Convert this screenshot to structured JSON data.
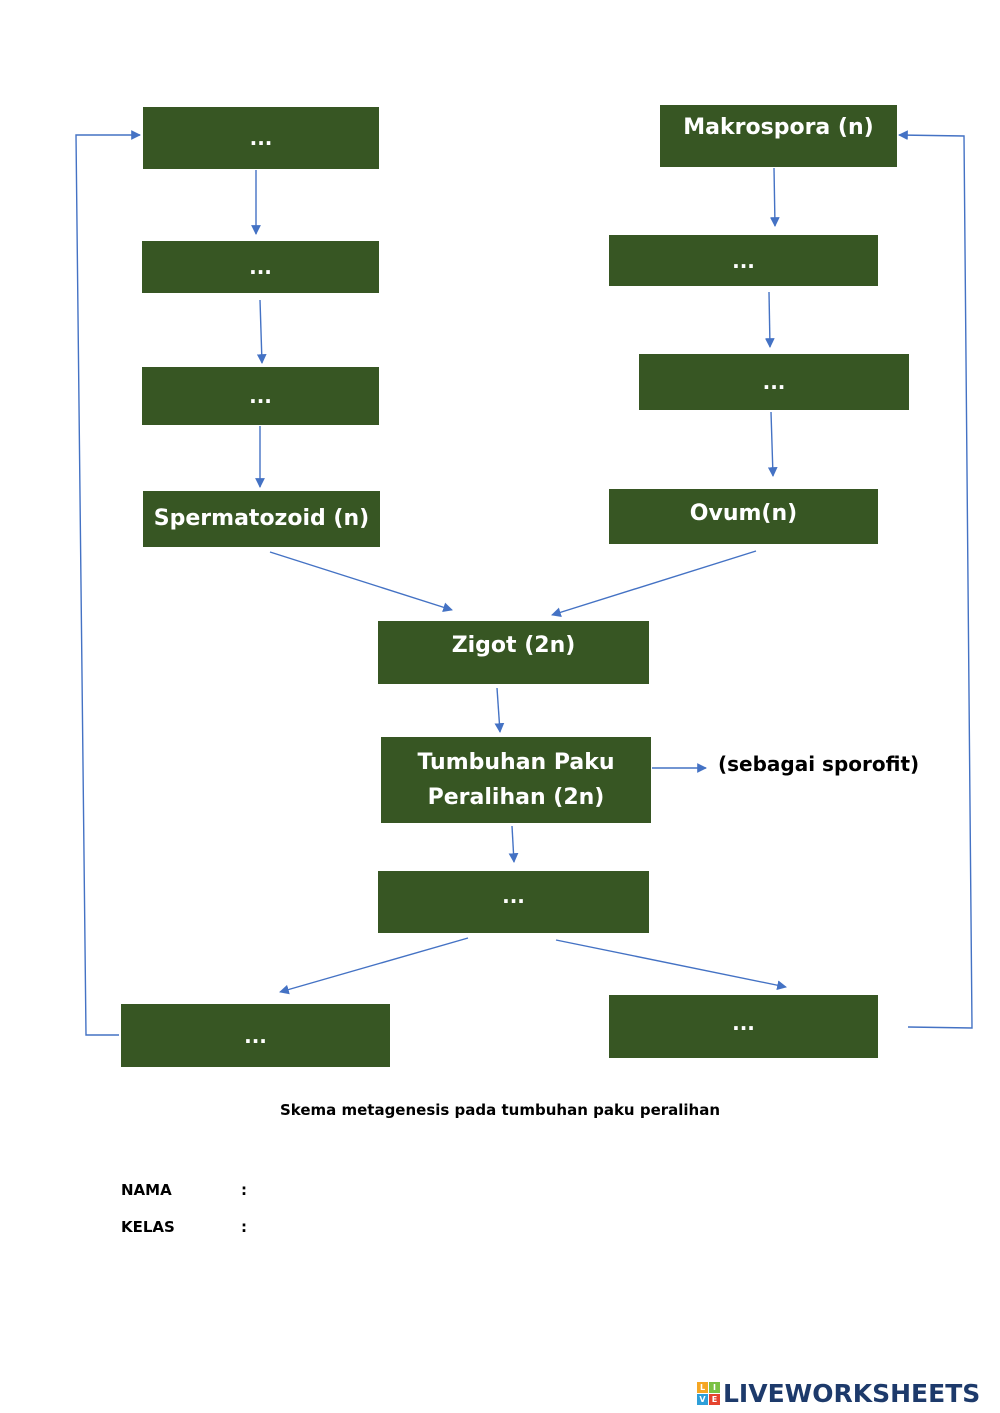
{
  "diagram": {
    "nodes": {
      "male_1": "...",
      "male_2": "...",
      "male_3": "...",
      "spermatozoid": "Spermatozoid (n)",
      "makrospora": "Makrospora (n)",
      "female_2": "...",
      "female_3": "...",
      "ovum": "Ovum(n)",
      "zigot": "Zigot (2n)",
      "tumbuhan_line1": "Tumbuhan Paku",
      "tumbuhan_line2": "Peralihan (2n)",
      "spore_stage": "...",
      "left_bottom": "...",
      "right_bottom": "..."
    },
    "side_note": "(sebagai sporofit)",
    "caption": "Skema metagenesis pada tumbuhan paku peralihan",
    "colors": {
      "box": "#375623",
      "box_text": "#ffffff",
      "arrow": "#4472c4"
    }
  },
  "form": {
    "nama_label": "NAMA",
    "kelas_label": "KELAS",
    "colon": ":"
  },
  "brand": {
    "logo_text": "LIVEWORKSHEETS",
    "logo_letters": [
      "L",
      "I",
      "V",
      "E"
    ],
    "logo_colors": [
      "#f5a623",
      "#7ac143",
      "#2e9fd8",
      "#e5432e"
    ],
    "icon": "liveworksheets-logo-icon"
  }
}
